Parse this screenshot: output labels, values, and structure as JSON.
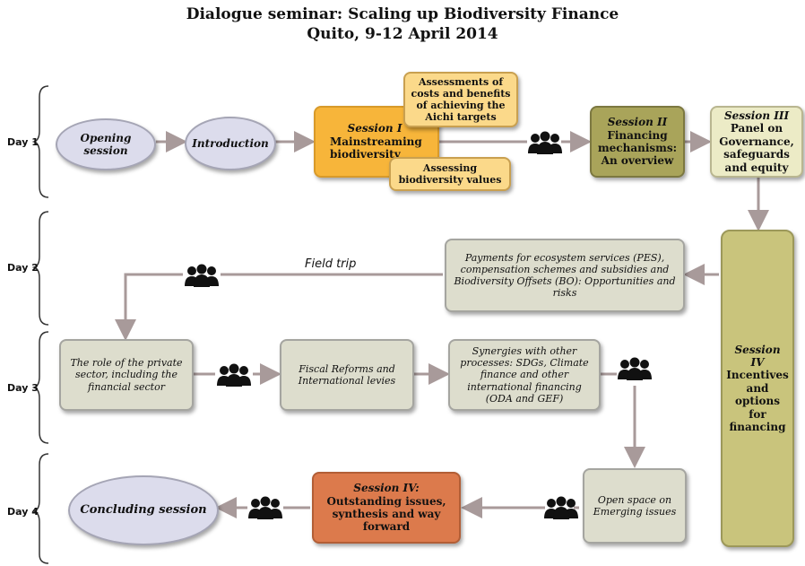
{
  "title": {
    "line1": "Dialogue seminar: Scaling up Biodiversity Finance",
    "line2": "Quito, 9-12 April 2014"
  },
  "days": [
    "Day 1",
    "Day 2",
    "Day 3",
    "Day 4"
  ],
  "day1": {
    "opening": "Opening session",
    "introduction": "Introduction",
    "session1_head": "Session I",
    "session1_body": "Mainstreaming biodiversity",
    "assess_costs": "Assessments of costs and benefits of achieving the Aichi targets",
    "assess_values": "Assessing biodiversity values",
    "session2_head": "Session II",
    "session2_body": "Financing mechanisms: An overview",
    "session3_head": "Session III",
    "session3_body": "Panel on Governance, safeguards and equity"
  },
  "day2": {
    "pes": "Payments for ecosystem services (PES), compensation schemes and subsidies and Biodiversity Offsets (BO): Opportunities and risks",
    "field_trip": "Field trip"
  },
  "day3": {
    "private": "The role of the private sector, including the financial sector",
    "fiscal": "Fiscal Reforms and International levies",
    "synergies": "Synergies with other processes: SDGs, Climate finance and other international financing (ODA and GEF)"
  },
  "session4": {
    "head": "Session IV",
    "body": "Incentives and options for financing"
  },
  "day4": {
    "concluding": "Concluding session",
    "session4b_head": "Session IV:",
    "session4b_body": "Outstanding issues, synthesis and way forward",
    "open_space": "Open space on Emerging issues"
  },
  "icons": [
    "people-group-icon"
  ],
  "colors": {
    "gold": "#f7b53a",
    "olive": "#a9a45a",
    "orange": "#dc7a4c",
    "grey_box": "#ddddcd",
    "arrow": "#a89a9a"
  }
}
